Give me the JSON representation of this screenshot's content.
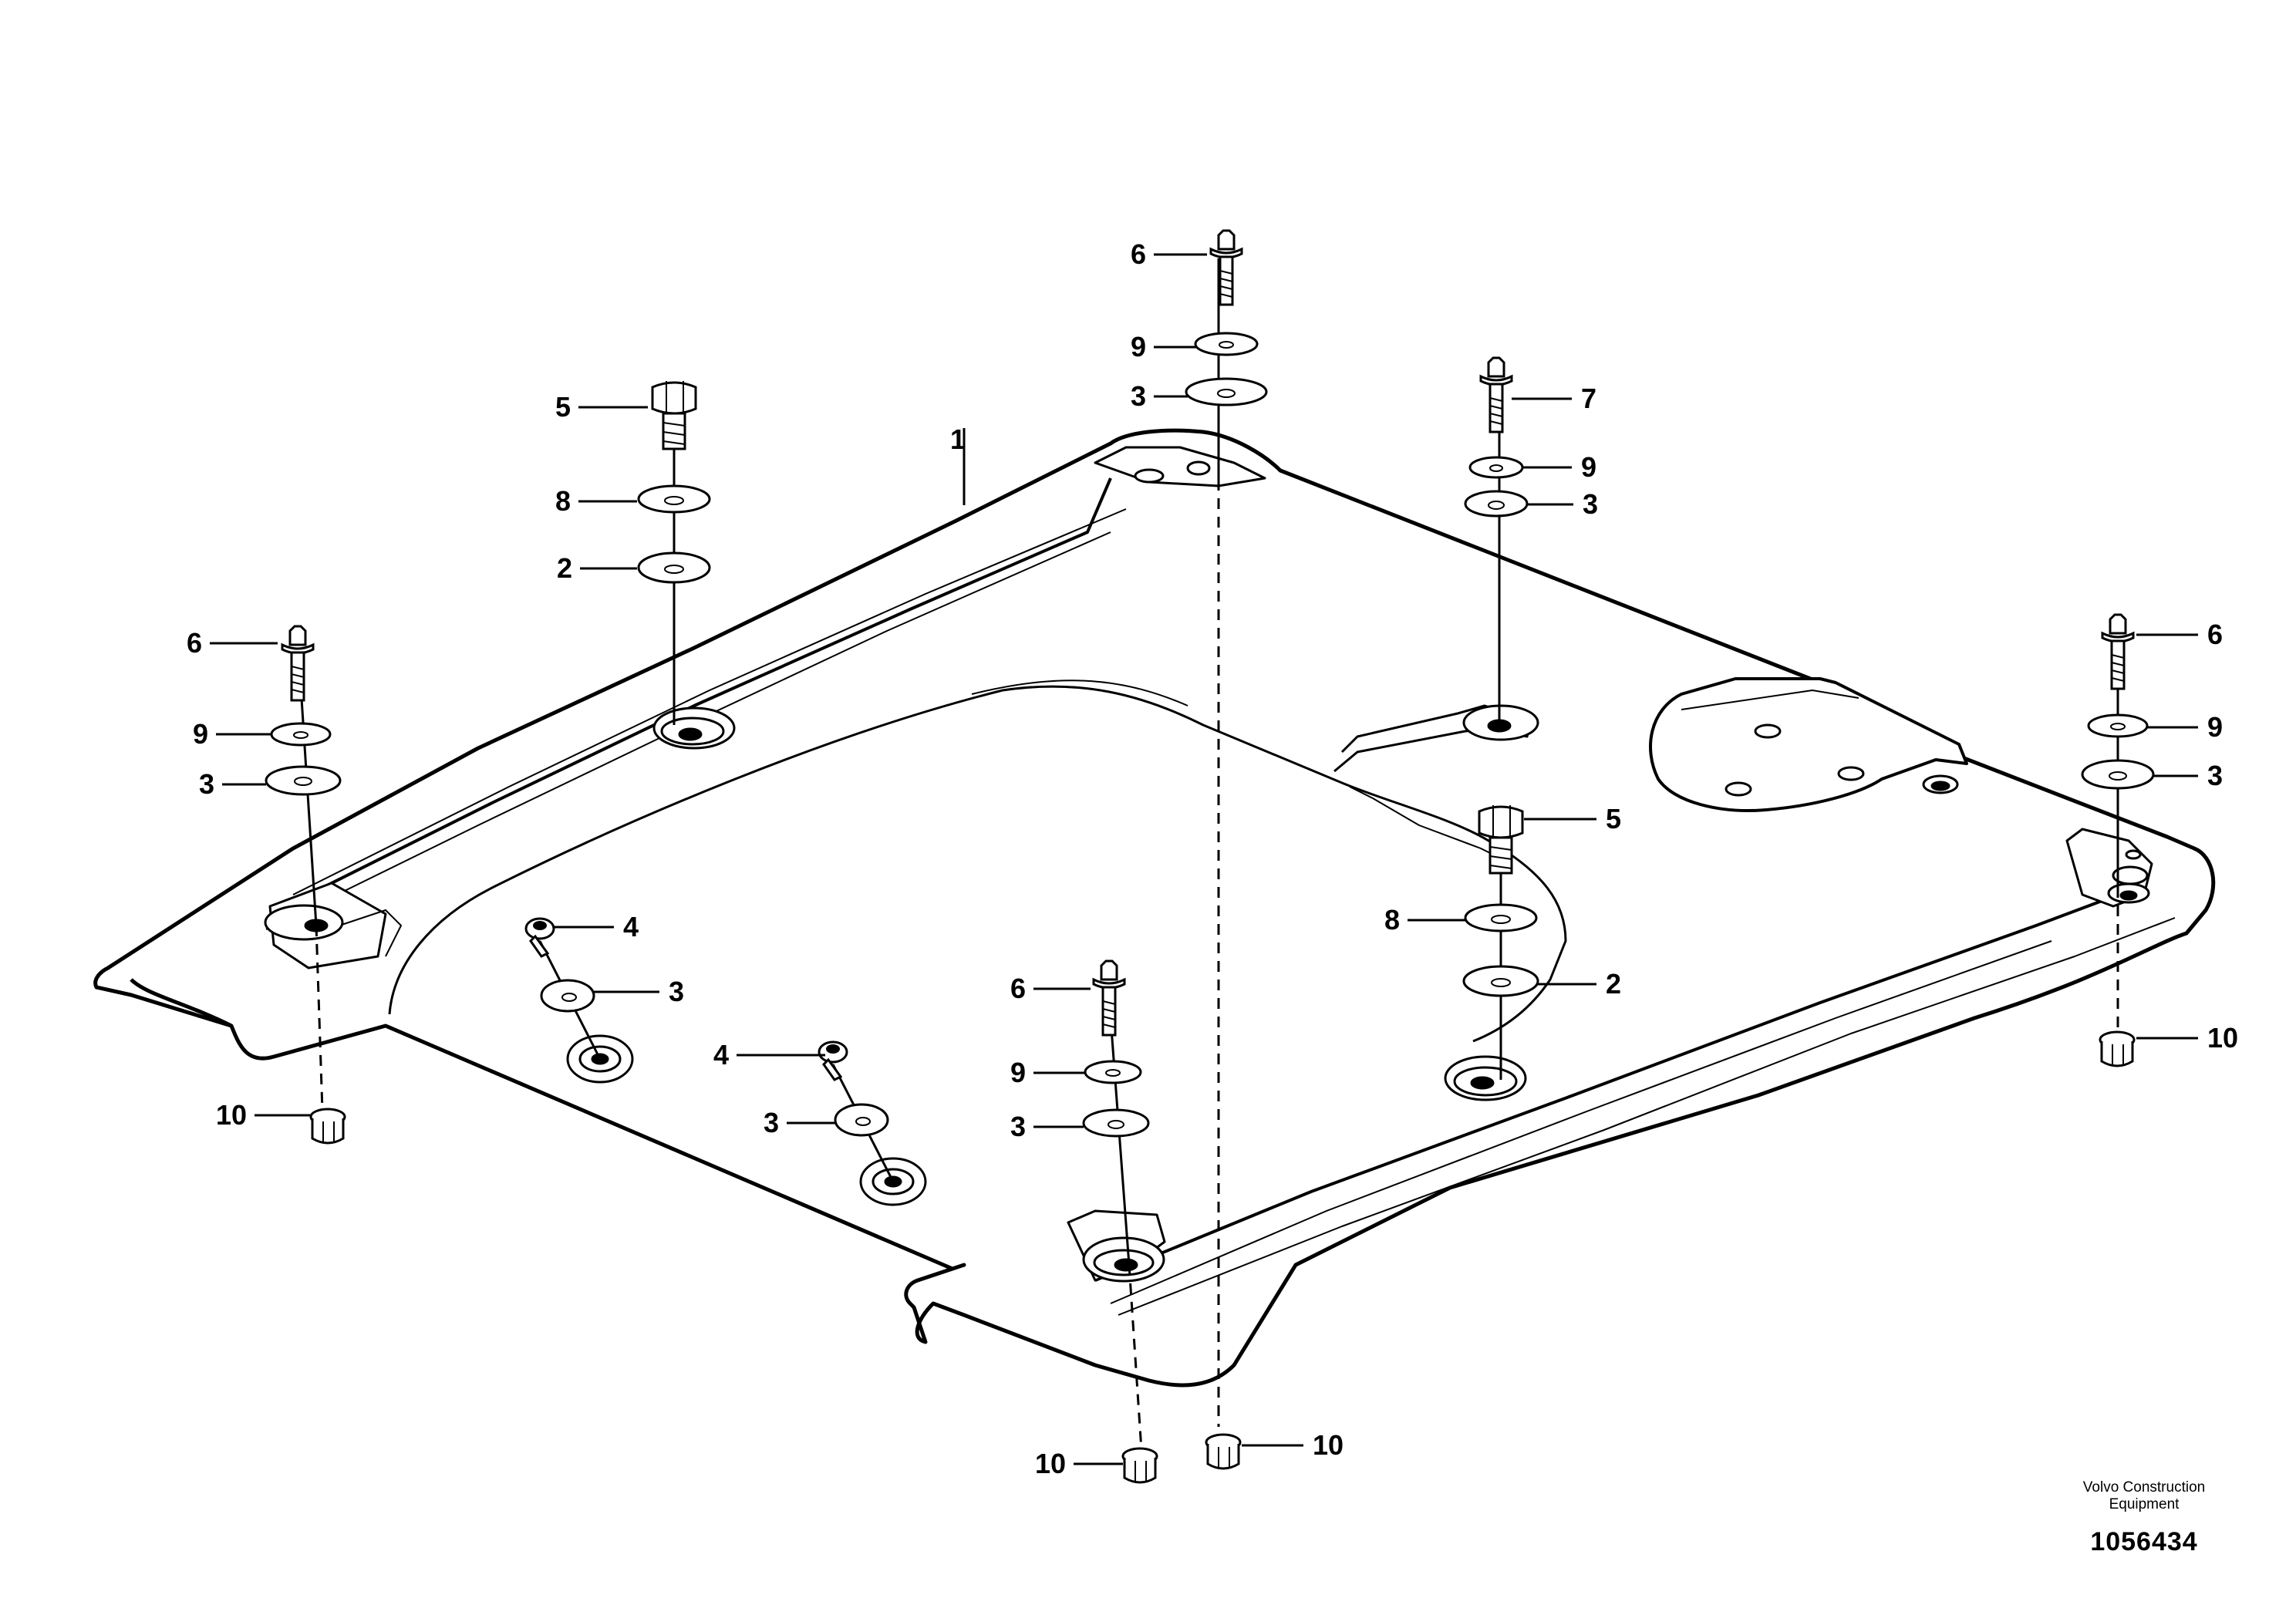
{
  "callouts": [
    {
      "id": "c1",
      "label": "1"
    },
    {
      "id": "c5a",
      "label": "5"
    },
    {
      "id": "c8a",
      "label": "8"
    },
    {
      "id": "c2a",
      "label": "2"
    },
    {
      "id": "c6a",
      "label": "6"
    },
    {
      "id": "c9a",
      "label": "9"
    },
    {
      "id": "c3a",
      "label": "3"
    },
    {
      "id": "c6b",
      "label": "6"
    },
    {
      "id": "c9b",
      "label": "9"
    },
    {
      "id": "c3b",
      "label": "3"
    },
    {
      "id": "c7",
      "label": "7"
    },
    {
      "id": "c9c",
      "label": "9"
    },
    {
      "id": "c3c",
      "label": "3"
    },
    {
      "id": "c6c",
      "label": "6"
    },
    {
      "id": "c9d",
      "label": "9"
    },
    {
      "id": "c3d",
      "label": "3"
    },
    {
      "id": "c5b",
      "label": "5"
    },
    {
      "id": "c8b",
      "label": "8"
    },
    {
      "id": "c2b",
      "label": "2"
    },
    {
      "id": "c4a",
      "label": "4"
    },
    {
      "id": "c3e",
      "label": "3"
    },
    {
      "id": "c4b",
      "label": "4"
    },
    {
      "id": "c3f",
      "label": "3"
    },
    {
      "id": "c6d",
      "label": "6"
    },
    {
      "id": "c9e",
      "label": "9"
    },
    {
      "id": "c3g",
      "label": "3"
    },
    {
      "id": "c10a",
      "label": "10"
    },
    {
      "id": "c10b",
      "label": "10"
    },
    {
      "id": "c10c",
      "label": "10"
    },
    {
      "id": "c10d",
      "label": "10"
    }
  ],
  "credit": {
    "company_line1": "Volvo Construction",
    "company_line2": "Equipment",
    "drawing_number": "1056434"
  }
}
